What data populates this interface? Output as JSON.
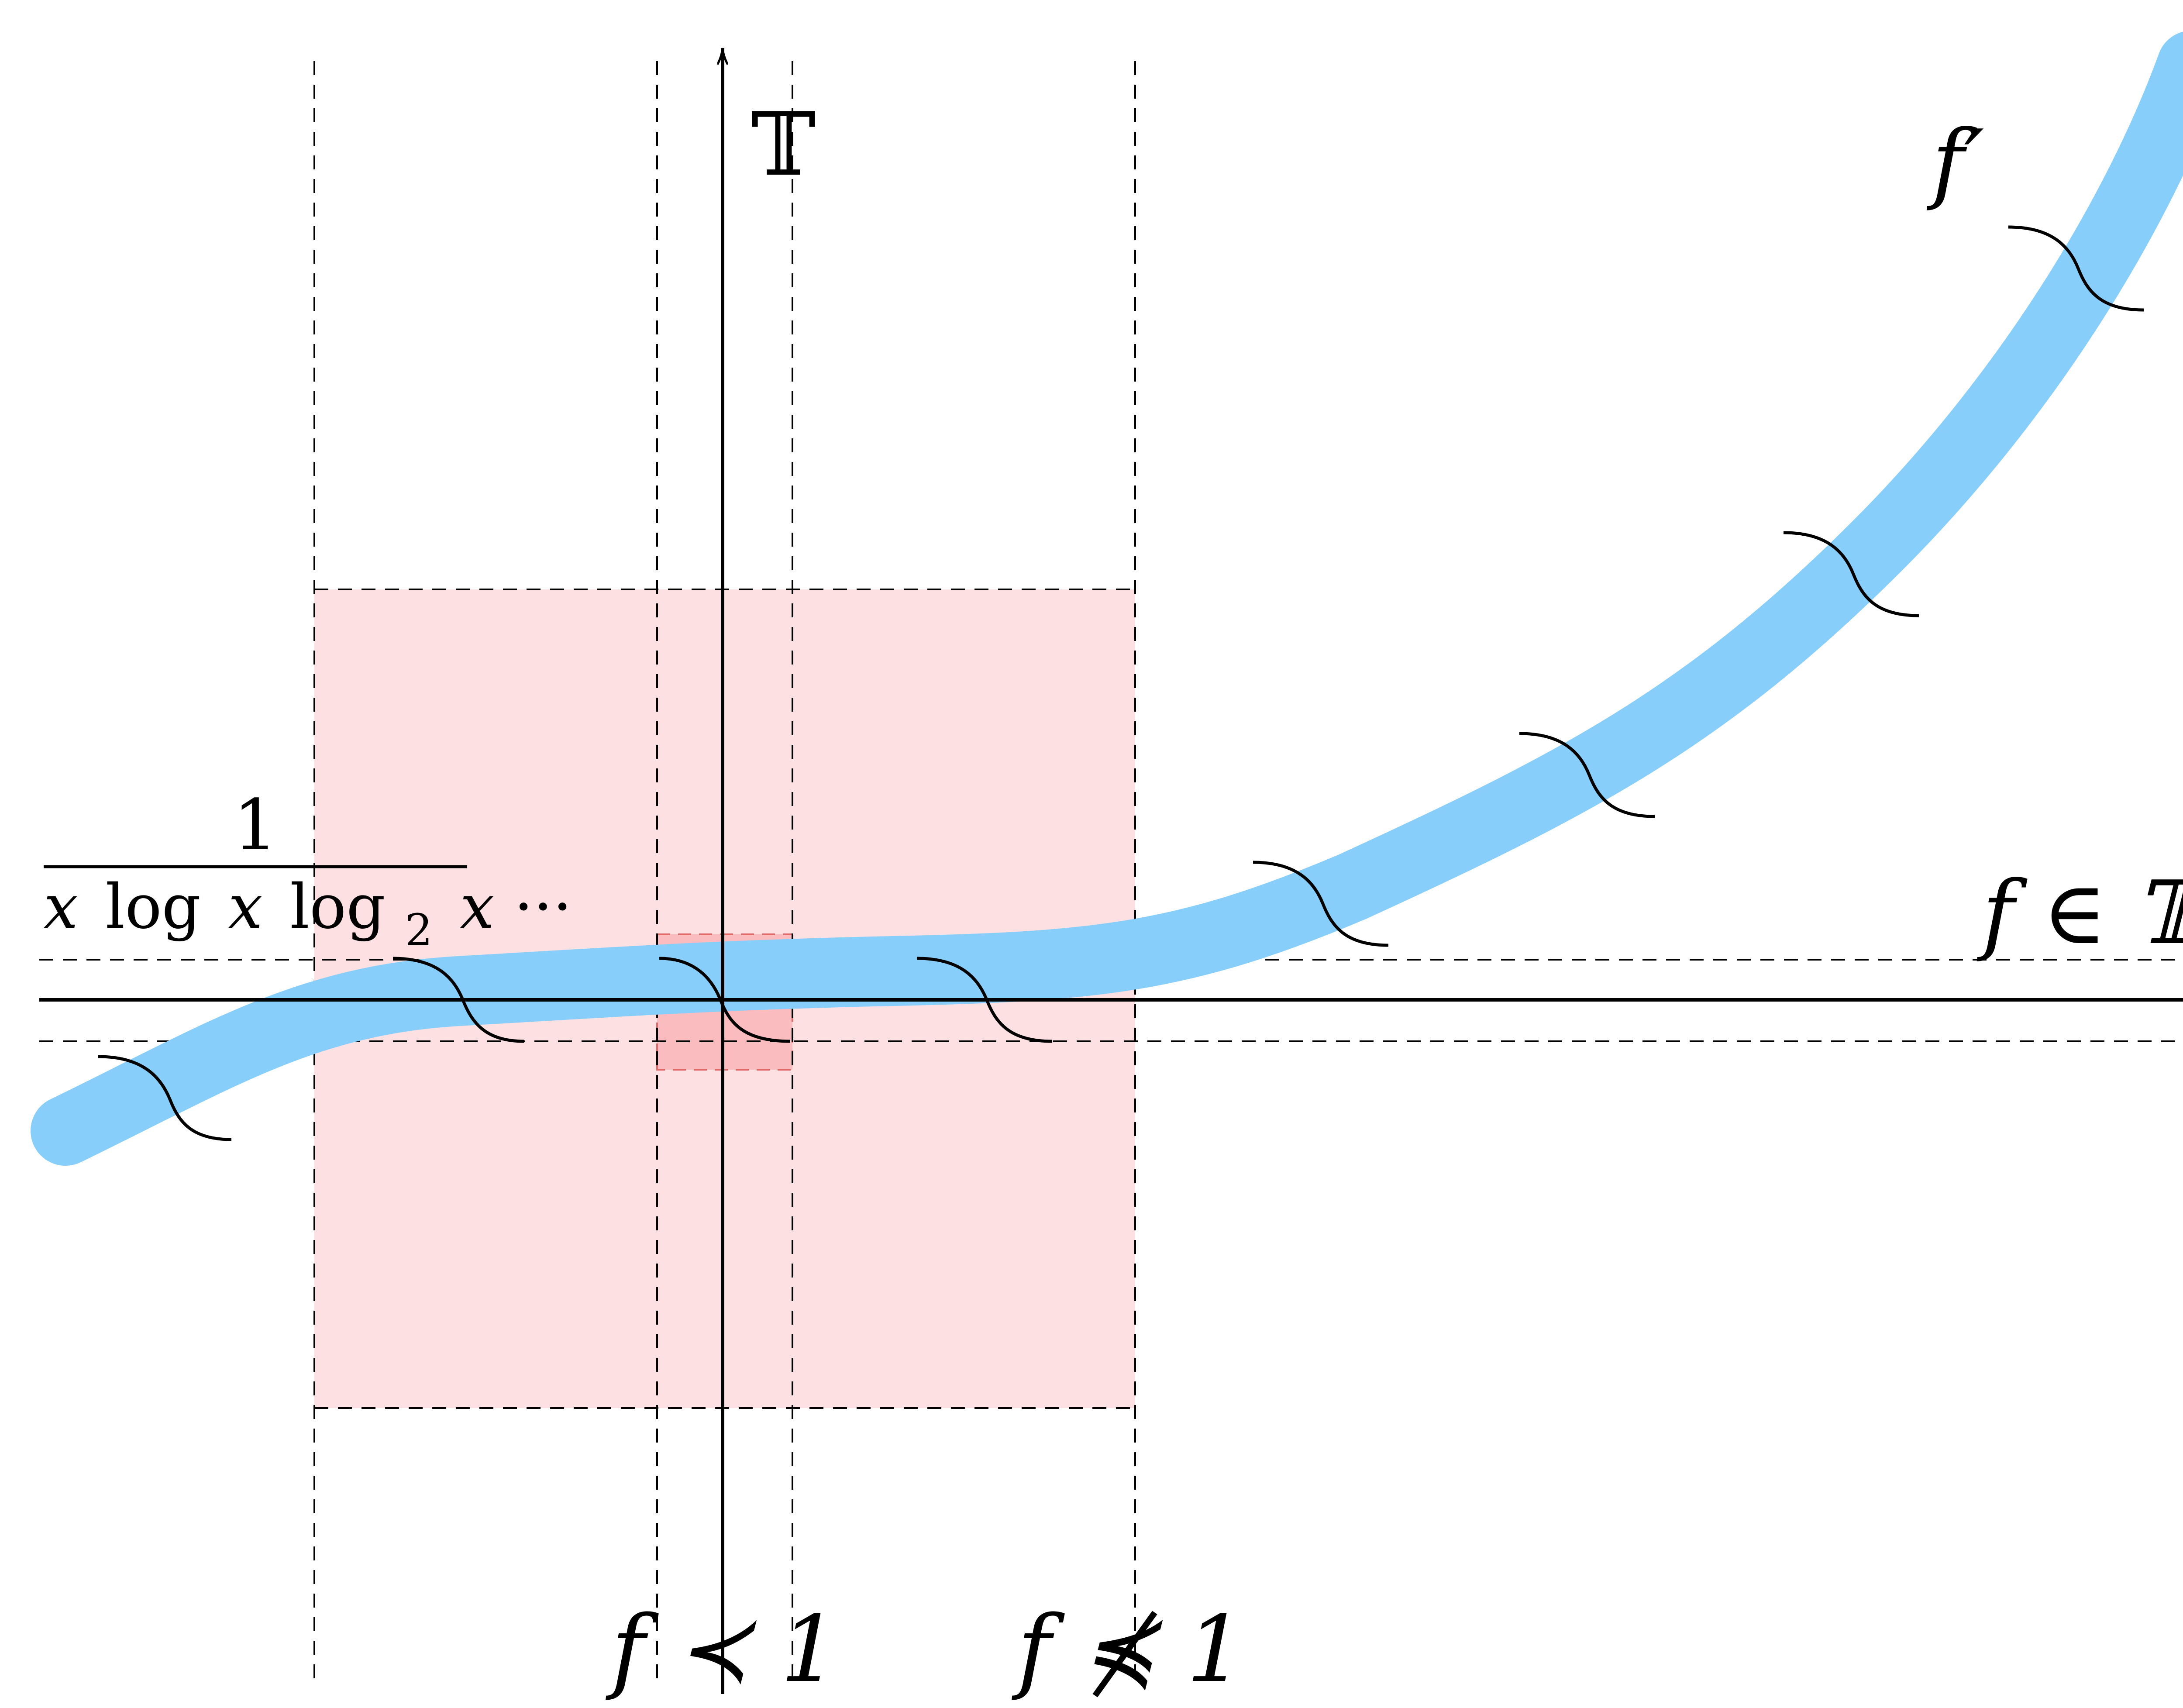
{
  "diagram": {
    "labels": {
      "vertical_axis": "𝕋",
      "curve": "f′",
      "horizontal_line": "f ∈ 𝕋",
      "fraction_numerator": "1",
      "fraction_denominator_parts": [
        "x",
        "log",
        "x",
        "log",
        "2",
        "x",
        "···"
      ],
      "bottom_left": "f ≺ 1",
      "bottom_right": "f ⋠ 1"
    },
    "colors": {
      "curve": "#87cefa",
      "region": "#fde0e2",
      "inner_region": "#fbbcbf",
      "inner_region_border": "#f08080",
      "lines": "#000000"
    }
  }
}
